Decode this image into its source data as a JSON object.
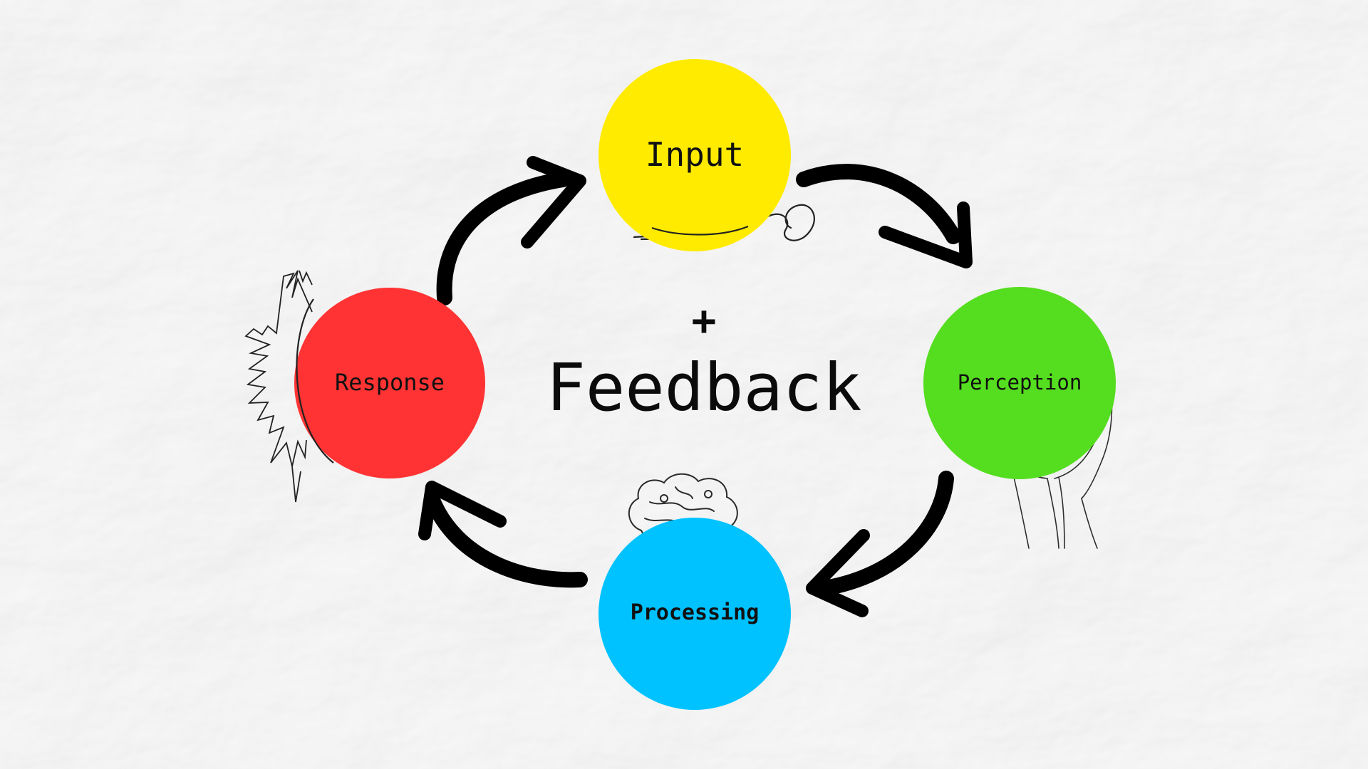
{
  "diagram": {
    "center": {
      "plus": "+",
      "title": "Feedback"
    },
    "nodes": [
      {
        "id": "input",
        "label": "Input",
        "color": "#FFEB00"
      },
      {
        "id": "perception",
        "label": "Perception",
        "color": "#55DD1F"
      },
      {
        "id": "processing",
        "label": "Processing",
        "color": "#00C2FF"
      },
      {
        "id": "response",
        "label": "Response",
        "color": "#FF3333"
      }
    ],
    "cycle_order": [
      "Input",
      "Perception",
      "Processing",
      "Response"
    ],
    "arrow_color": "#000000",
    "decorations": [
      "swirl-doodle",
      "hands-with-plant",
      "brain-doodle",
      "burst-doodle"
    ],
    "background": "crumpled-white-paper"
  }
}
